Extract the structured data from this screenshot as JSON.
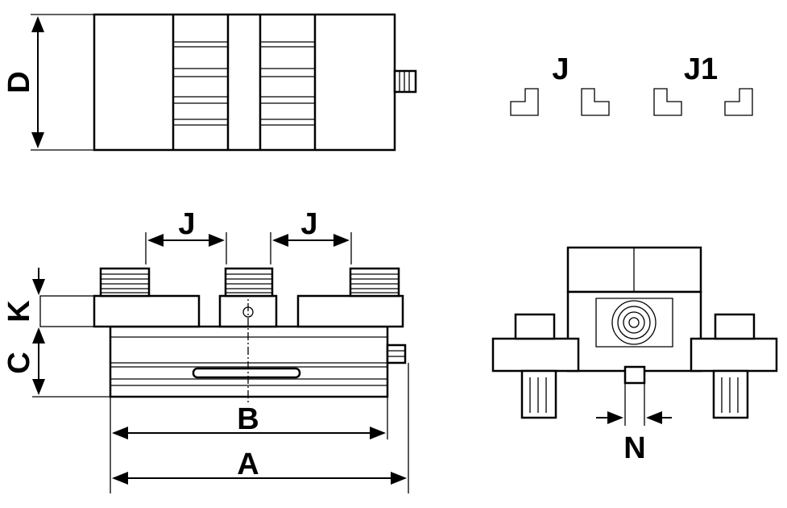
{
  "title": "Double vise technical drawing",
  "labels": {
    "D": "D",
    "J_legend": "J",
    "J1_legend": "J1",
    "J_left": "J",
    "J_right": "J",
    "K": "K",
    "C": "C",
    "B": "B",
    "A": "A",
    "N": "N"
  }
}
